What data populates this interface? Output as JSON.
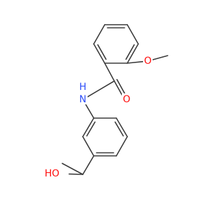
{
  "molecule": {
    "atom_labels": {
      "nitrogen": "N",
      "carbonyl_oxygen": "O",
      "methoxy_oxygen": "O",
      "hydroxyl": "HO",
      "hydrogen": "H"
    },
    "colors": {
      "bond": "#3a3a3a",
      "nitrogen": "#3050f8",
      "oxygen": "#ff0d0d"
    },
    "atoms": [
      {
        "id": "a1",
        "element": "C"
      },
      {
        "id": "a2",
        "element": "C"
      },
      {
        "id": "a3",
        "element": "C"
      },
      {
        "id": "a4",
        "element": "C"
      },
      {
        "id": "a5",
        "element": "C"
      },
      {
        "id": "a6",
        "element": "C"
      },
      {
        "id": "ocarb",
        "element": "O"
      },
      {
        "id": "cco",
        "element": "C"
      },
      {
        "id": "ome",
        "element": "O"
      },
      {
        "id": "cme",
        "element": "C"
      },
      {
        "id": "n",
        "element": "N"
      },
      {
        "id": "b1",
        "element": "C"
      },
      {
        "id": "b2",
        "element": "C"
      },
      {
        "id": "b3",
        "element": "C"
      },
      {
        "id": "b4",
        "element": "C"
      },
      {
        "id": "b5",
        "element": "C"
      },
      {
        "id": "b6",
        "element": "C"
      },
      {
        "id": "cch",
        "element": "C"
      },
      {
        "id": "cch3",
        "element": "C"
      },
      {
        "id": "oh",
        "element": "O"
      }
    ]
  }
}
